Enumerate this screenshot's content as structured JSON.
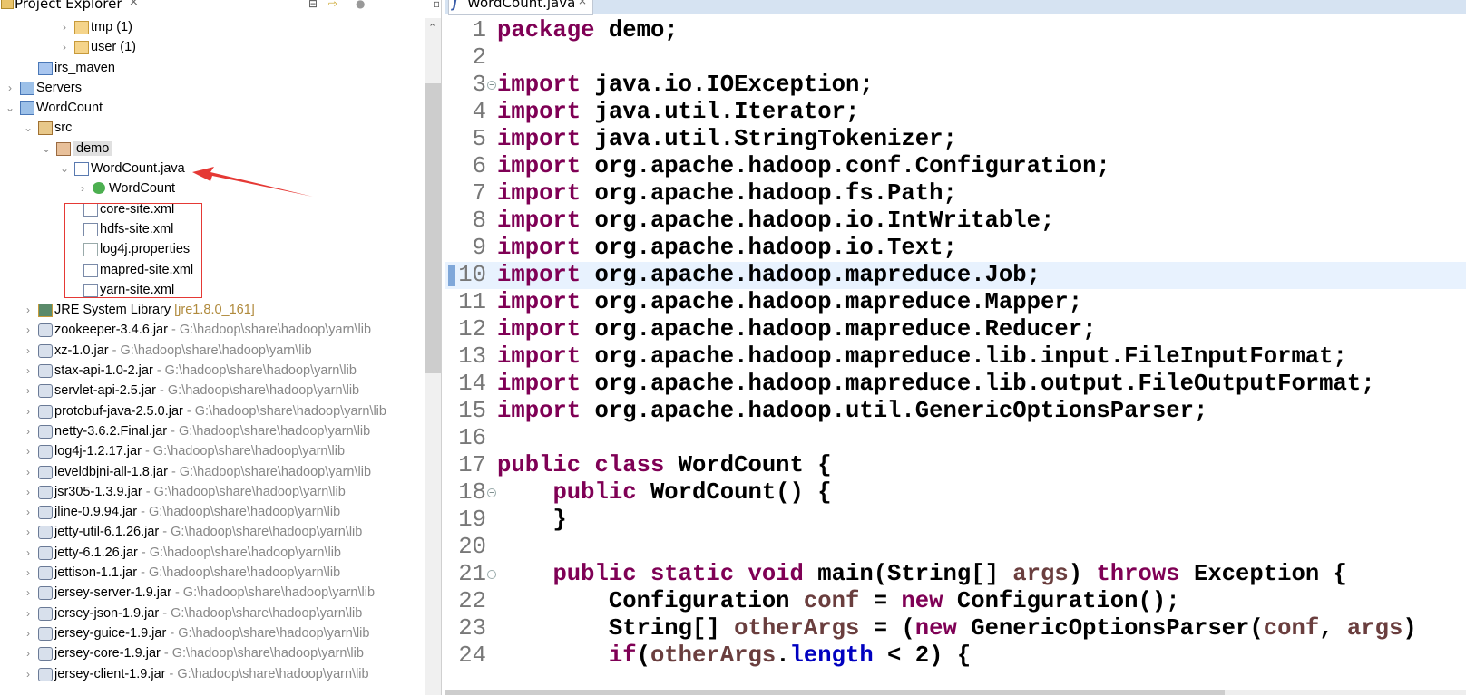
{
  "explorer": {
    "title": "Project Explorer",
    "close_icon": "×",
    "items": [
      {
        "label": "tmp (1)",
        "indent": 3,
        "twisty": "›",
        "icon": "folder"
      },
      {
        "label": "user (1)",
        "indent": 3,
        "twisty": "›",
        "icon": "folder"
      },
      {
        "label": "irs_maven",
        "indent": 1,
        "twisty": "",
        "icon": "project-closed"
      },
      {
        "label": "Servers",
        "indent": 0,
        "twisty": "›",
        "icon": "folder-open"
      },
      {
        "label": "WordCount",
        "indent": 0,
        "twisty": "⌄",
        "icon": "java-project"
      },
      {
        "label": "src",
        "indent": 1,
        "twisty": "⌄",
        "icon": "source-folder"
      },
      {
        "label": "demo",
        "indent": 2,
        "twisty": "⌄",
        "icon": "package",
        "selected": true
      },
      {
        "label": "WordCount.java",
        "indent": 3,
        "twisty": "⌄",
        "icon": "java-file"
      },
      {
        "label": "WordCount",
        "indent": 4,
        "twisty": "›",
        "icon": "class"
      },
      {
        "label": "core-site.xml",
        "indent": 3.5,
        "twisty": "",
        "icon": "xml-file"
      },
      {
        "label": "hdfs-site.xml",
        "indent": 3.5,
        "twisty": "",
        "icon": "xml-file"
      },
      {
        "label": "log4j.properties",
        "indent": 3.5,
        "twisty": "",
        "icon": "text-file"
      },
      {
        "label": "mapred-site.xml",
        "indent": 3.5,
        "twisty": "",
        "icon": "xml-file"
      },
      {
        "label": "yarn-site.xml",
        "indent": 3.5,
        "twisty": "",
        "icon": "xml-file"
      },
      {
        "label": "JRE System Library",
        "decoration": "[jre1.8.0_161]",
        "indent": 1,
        "twisty": "›",
        "icon": "library"
      },
      {
        "label": "zookeeper-3.4.6.jar",
        "decoration": "- G:\\hadoop\\share\\hadoop\\yarn\\lib",
        "indent": 1,
        "twisty": "›",
        "icon": "jar"
      },
      {
        "label": "xz-1.0.jar",
        "decoration": "- G:\\hadoop\\share\\hadoop\\yarn\\lib",
        "indent": 1,
        "twisty": "›",
        "icon": "jar"
      },
      {
        "label": "stax-api-1.0-2.jar",
        "decoration": "- G:\\hadoop\\share\\hadoop\\yarn\\lib",
        "indent": 1,
        "twisty": "›",
        "icon": "jar"
      },
      {
        "label": "servlet-api-2.5.jar",
        "decoration": "- G:\\hadoop\\share\\hadoop\\yarn\\lib",
        "indent": 1,
        "twisty": "›",
        "icon": "jar"
      },
      {
        "label": "protobuf-java-2.5.0.jar",
        "decoration": "- G:\\hadoop\\share\\hadoop\\yarn\\lib",
        "indent": 1,
        "twisty": "›",
        "icon": "jar"
      },
      {
        "label": "netty-3.6.2.Final.jar",
        "decoration": "- G:\\hadoop\\share\\hadoop\\yarn\\lib",
        "indent": 1,
        "twisty": "›",
        "icon": "jar"
      },
      {
        "label": "log4j-1.2.17.jar",
        "decoration": "- G:\\hadoop\\share\\hadoop\\yarn\\lib",
        "indent": 1,
        "twisty": "›",
        "icon": "jar"
      },
      {
        "label": "leveldbjni-all-1.8.jar",
        "decoration": "- G:\\hadoop\\share\\hadoop\\yarn\\lib",
        "indent": 1,
        "twisty": "›",
        "icon": "jar"
      },
      {
        "label": "jsr305-1.3.9.jar",
        "decoration": "- G:\\hadoop\\share\\hadoop\\yarn\\lib",
        "indent": 1,
        "twisty": "›",
        "icon": "jar"
      },
      {
        "label": "jline-0.9.94.jar",
        "decoration": "- G:\\hadoop\\share\\hadoop\\yarn\\lib",
        "indent": 1,
        "twisty": "›",
        "icon": "jar"
      },
      {
        "label": "jetty-util-6.1.26.jar",
        "decoration": "- G:\\hadoop\\share\\hadoop\\yarn\\lib",
        "indent": 1,
        "twisty": "›",
        "icon": "jar"
      },
      {
        "label": "jetty-6.1.26.jar",
        "decoration": "- G:\\hadoop\\share\\hadoop\\yarn\\lib",
        "indent": 1,
        "twisty": "›",
        "icon": "jar"
      },
      {
        "label": "jettison-1.1.jar",
        "decoration": "- G:\\hadoop\\share\\hadoop\\yarn\\lib",
        "indent": 1,
        "twisty": "›",
        "icon": "jar"
      },
      {
        "label": "jersey-server-1.9.jar",
        "decoration": "- G:\\hadoop\\share\\hadoop\\yarn\\lib",
        "indent": 1,
        "twisty": "›",
        "icon": "jar"
      },
      {
        "label": "jersey-json-1.9.jar",
        "decoration": "- G:\\hadoop\\share\\hadoop\\yarn\\lib",
        "indent": 1,
        "twisty": "›",
        "icon": "jar"
      },
      {
        "label": "jersey-guice-1.9.jar",
        "decoration": "- G:\\hadoop\\share\\hadoop\\yarn\\lib",
        "indent": 1,
        "twisty": "›",
        "icon": "jar"
      },
      {
        "label": "jersey-core-1.9.jar",
        "decoration": "- G:\\hadoop\\share\\hadoop\\yarn\\lib",
        "indent": 1,
        "twisty": "›",
        "icon": "jar"
      },
      {
        "label": "jersey-client-1.9.jar",
        "decoration": "- G:\\hadoop\\share\\hadoop\\yarn\\lib",
        "indent": 1,
        "twisty": "›",
        "icon": "jar"
      }
    ]
  },
  "editor": {
    "tab_label": "WordCount.java",
    "tab_close": "×",
    "highlighted_line": 10,
    "colors": {
      "keyword": "#7f0055",
      "variable": "#6a3e3e",
      "field": "#0000c0",
      "current_line": "#e8f2fe",
      "annotation": "#e53935"
    },
    "lines": [
      {
        "n": "1",
        "t": [
          [
            "k",
            "package"
          ],
          [
            "p",
            " demo;"
          ]
        ]
      },
      {
        "n": "2",
        "t": []
      },
      {
        "n": "3",
        "fold": true,
        "t": [
          [
            "k",
            "import"
          ],
          [
            "p",
            " java.io.IOException;"
          ]
        ]
      },
      {
        "n": "4",
        "t": [
          [
            "k",
            "import"
          ],
          [
            "p",
            " java.util.Iterator;"
          ]
        ]
      },
      {
        "n": "5",
        "t": [
          [
            "k",
            "import"
          ],
          [
            "p",
            " java.util.StringTokenizer;"
          ]
        ]
      },
      {
        "n": "6",
        "t": [
          [
            "k",
            "import"
          ],
          [
            "p",
            " org.apache.hadoop.conf.Configuration;"
          ]
        ]
      },
      {
        "n": "7",
        "t": [
          [
            "k",
            "import"
          ],
          [
            "p",
            " org.apache.hadoop.fs.Path;"
          ]
        ]
      },
      {
        "n": "8",
        "t": [
          [
            "k",
            "import"
          ],
          [
            "p",
            " org.apache.hadoop.io.IntWritable;"
          ]
        ]
      },
      {
        "n": "9",
        "t": [
          [
            "k",
            "import"
          ],
          [
            "p",
            " org.apache.hadoop.io.Text;"
          ]
        ]
      },
      {
        "n": "10",
        "t": [
          [
            "k",
            "import"
          ],
          [
            "p",
            " org.apache.hadoop.mapreduce.Job;"
          ]
        ]
      },
      {
        "n": "11",
        "t": [
          [
            "k",
            "import"
          ],
          [
            "p",
            " org.apache.hadoop.mapreduce.Mapper;"
          ]
        ]
      },
      {
        "n": "12",
        "t": [
          [
            "k",
            "import"
          ],
          [
            "p",
            " org.apache.hadoop.mapreduce.Reducer;"
          ]
        ]
      },
      {
        "n": "13",
        "t": [
          [
            "k",
            "import"
          ],
          [
            "p",
            " org.apache.hadoop.mapreduce.lib.input.FileInputFormat;"
          ]
        ]
      },
      {
        "n": "14",
        "t": [
          [
            "k",
            "import"
          ],
          [
            "p",
            " org.apache.hadoop.mapreduce.lib.output.FileOutputFormat;"
          ]
        ]
      },
      {
        "n": "15",
        "t": [
          [
            "k",
            "import"
          ],
          [
            "p",
            " org.apache.hadoop.util.GenericOptionsParser;"
          ]
        ]
      },
      {
        "n": "16",
        "t": []
      },
      {
        "n": "17",
        "t": [
          [
            "k",
            "public class"
          ],
          [
            "p",
            " WordCount {"
          ]
        ]
      },
      {
        "n": "18",
        "fold": true,
        "t": [
          [
            "p",
            "    "
          ],
          [
            "k",
            "public"
          ],
          [
            "p",
            " WordCount() {"
          ]
        ]
      },
      {
        "n": "19",
        "t": [
          [
            "p",
            "    }"
          ]
        ]
      },
      {
        "n": "20",
        "t": []
      },
      {
        "n": "21",
        "fold": true,
        "t": [
          [
            "p",
            "    "
          ],
          [
            "k",
            "public static void"
          ],
          [
            "p",
            " main(String[] "
          ],
          [
            "v",
            "args"
          ],
          [
            "p",
            ") "
          ],
          [
            "k",
            "throws"
          ],
          [
            "p",
            " Exception {"
          ]
        ]
      },
      {
        "n": "22",
        "t": [
          [
            "p",
            "        Configuration "
          ],
          [
            "v",
            "conf"
          ],
          [
            "p",
            " = "
          ],
          [
            "k",
            "new"
          ],
          [
            "p",
            " Configuration();"
          ]
        ]
      },
      {
        "n": "23",
        "t": [
          [
            "p",
            "        String[] "
          ],
          [
            "v",
            "otherArgs"
          ],
          [
            "p",
            " = ("
          ],
          [
            "k",
            "new"
          ],
          [
            "p",
            " GenericOptionsParser("
          ],
          [
            "v",
            "conf"
          ],
          [
            "p",
            ", "
          ],
          [
            "v",
            "args"
          ],
          [
            "p",
            ")"
          ]
        ]
      },
      {
        "n": "24",
        "t": [
          [
            "p",
            "        "
          ],
          [
            "k",
            "if"
          ],
          [
            "p",
            "("
          ],
          [
            "v",
            "otherArgs"
          ],
          [
            "p",
            "."
          ],
          [
            "f",
            "length"
          ],
          [
            "p",
            " < 2) {"
          ]
        ]
      }
    ]
  }
}
